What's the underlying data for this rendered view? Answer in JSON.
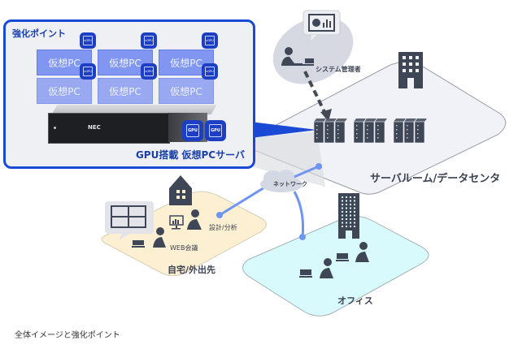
{
  "callout": {
    "title": "強化ポイント",
    "virtual_pc_label": "仮想PC",
    "virtual_pcs": [
      "仮想PC",
      "仮想PC",
      "仮想PC",
      "仮想PC",
      "仮想PC",
      "仮想PC"
    ],
    "vgpu_label": "vGPU",
    "gpu_label": "GPU",
    "server_brand": "NEC",
    "server_label": "GPU搭載 仮想PCサーバ"
  },
  "zones": {
    "admin": {
      "label": "システム管理者"
    },
    "datacenter": {
      "label": "サーバルーム/データセンタ"
    },
    "network": {
      "label": "ネットワーク"
    },
    "home": {
      "label": "自宅/外出先",
      "web_meeting": "WEB会議",
      "design": "設計/分析"
    },
    "office": {
      "label": "オフィス"
    }
  },
  "colors": {
    "accent_blue": "#1a49d6",
    "vpc_tile": "#7c92f0",
    "icon_dark": "#3f4757",
    "network_line": "#6f95f2",
    "home_zone": "#fcefd2",
    "office_zone": "#d8fafc",
    "datacenter_zone": "#f0f1f6",
    "admin_zone": "#d6d9e1"
  },
  "caption": "全体イメージと強化ポイント"
}
